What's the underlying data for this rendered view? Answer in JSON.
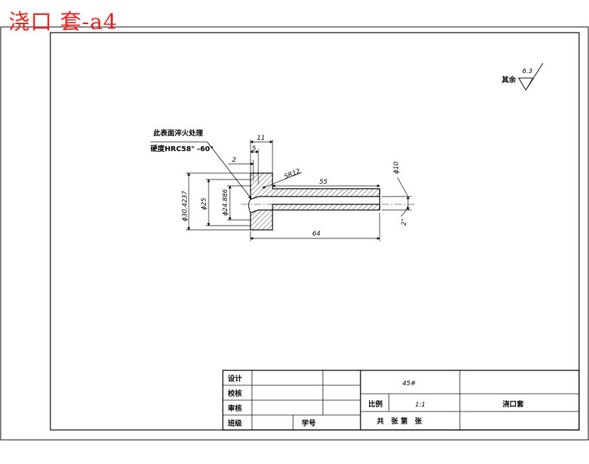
{
  "title": "浇口 套-a4",
  "roughness": {
    "prefix": "其余",
    "value": "6.3"
  },
  "note": {
    "line1": "此表面淬火处理",
    "line2": "硬度HRC58° -60°"
  },
  "dimensions": {
    "d_11": "11",
    "d_5": "5",
    "d_2": "2",
    "sr12": "SR12",
    "d_55": "55",
    "d_64": "64",
    "phi10": "ϕ10",
    "angle2": "2°",
    "phi30": "ϕ30.4237",
    "phi25": "ϕ25",
    "phi24": "ϕ24.886"
  },
  "title_block": {
    "design": "设计",
    "check": "校核",
    "review": "审核",
    "class": "班级",
    "student_no": "学号",
    "material": "45#",
    "scale_label": "比例",
    "scale_value": "1:1",
    "part_name": "浇口套",
    "sheets": "共　张 第　张"
  }
}
